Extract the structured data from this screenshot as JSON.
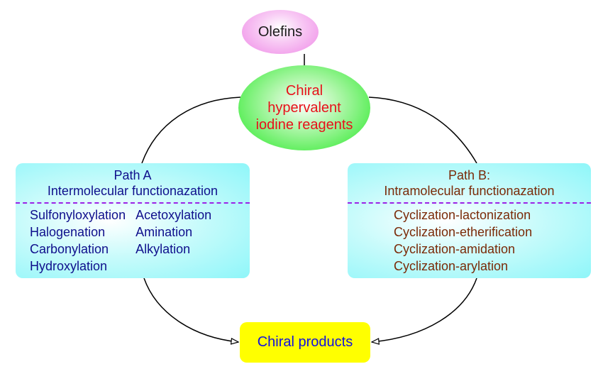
{
  "diagram": {
    "top_node": {
      "label": "Olefins",
      "color": "#ee88e6"
    },
    "reagent_node": {
      "lines": [
        "Chiral",
        "hypervalent",
        "iodine reagents"
      ],
      "text_color": "#e8101a",
      "fill_color": "#22e822"
    },
    "path_a": {
      "title": "Path A",
      "subtitle": "Intermolecular functionazation",
      "text_color": "#0f0f8c",
      "items_col1": [
        "Sulfonyloxylation",
        "Halogenation",
        "Carbonylation",
        "Hydroxylation"
      ],
      "items_col2": [
        "Acetoxylation",
        "Amination",
        "Alkylation"
      ]
    },
    "path_b": {
      "title": "Path B:",
      "subtitle": "Intramolecular functionazation",
      "text_color": "#7a2a08",
      "items": [
        "Cyclization-lactonization",
        "Cyclization-etherification",
        "Cyclization-amidation",
        "Cyclization-arylation"
      ]
    },
    "product_node": {
      "label": "Chiral products",
      "fill_color": "#ffff00",
      "text_color": "#1010e0"
    },
    "separator_color": "#9b22e6"
  }
}
